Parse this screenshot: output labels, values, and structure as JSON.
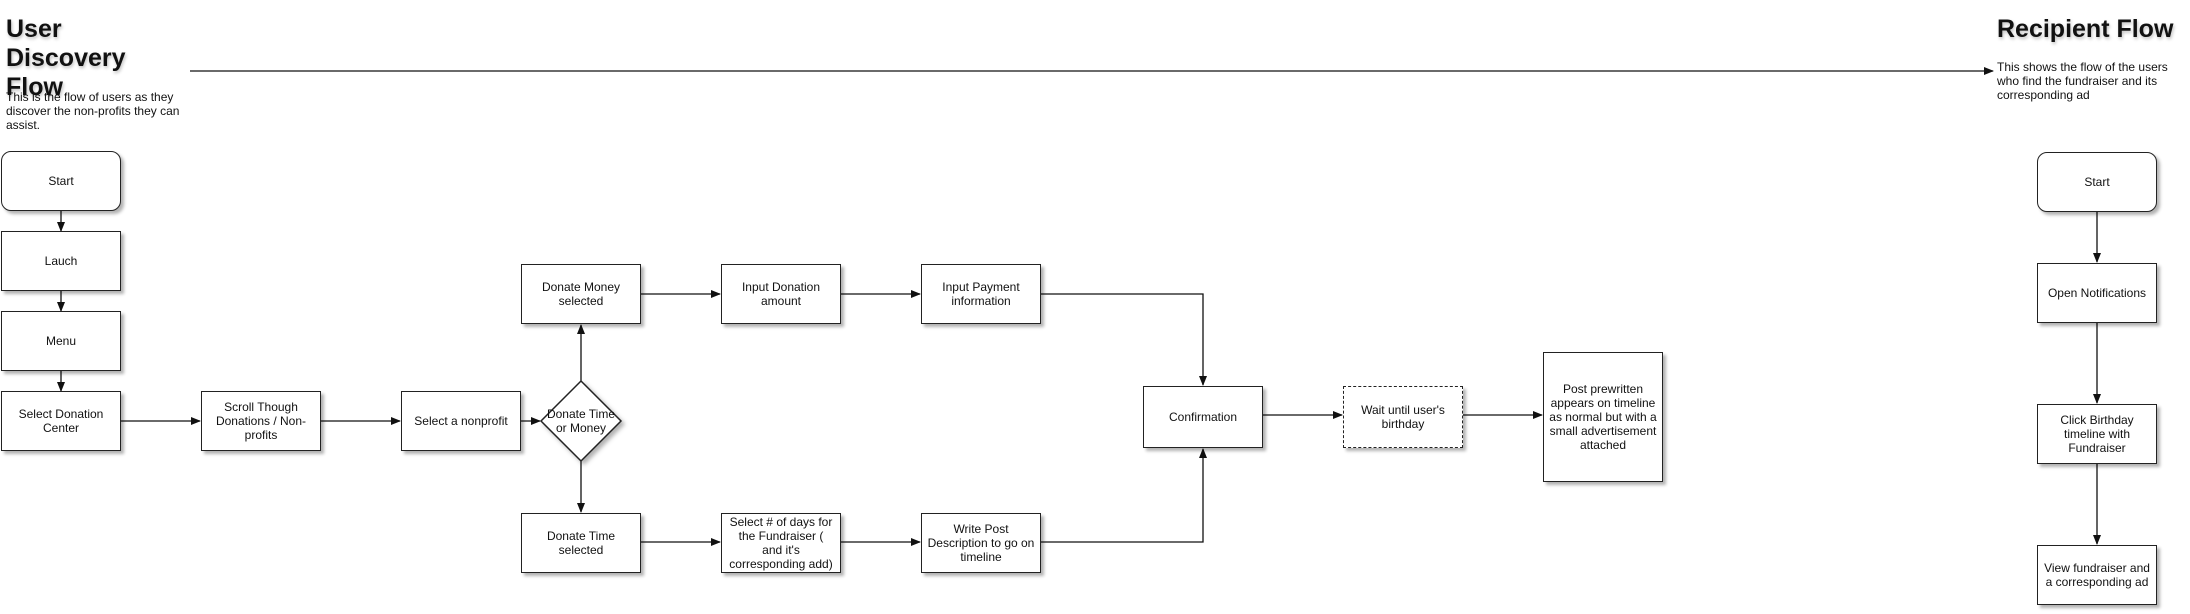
{
  "user_flow": {
    "title": "User Discovery Flow",
    "description": "This is the flow of users as they discover the non-profits they can assist."
  },
  "recipient_flow": {
    "title": "Recipient Flow",
    "description": "This shows the flow of the users who find the fundraiser and its corresponding ad"
  },
  "nodes": {
    "start": "Start",
    "launch": "Lauch",
    "menu": "Menu",
    "select_donation_center": "Select Donation Center",
    "scroll_donations": "Scroll Though Donations / Non-profits",
    "select_nonprofit": "Select a nonprofit",
    "decision": "Donate Time or Money",
    "donate_money": "Donate Money selected",
    "input_amount": "Input Donation amount",
    "input_payment": "Input Payment information",
    "donate_time": "Donate Time selected",
    "select_days": "Select # of days for the Fundraiser ( and it's corresponding add)",
    "write_post": "Write Post Description to go on timeline",
    "confirmation": "Confirmation",
    "wait_birthday": "Wait until user's birthday",
    "post_prewritten": "Post prewritten appears on timeline as normal but with a small advertisement attached",
    "r_start": "Start",
    "open_notifications": "Open Notifications",
    "click_birthday": "Click Birthday timeline with Fundraiser",
    "view_fundraiser": "View fundraiser and a corresponding ad"
  }
}
